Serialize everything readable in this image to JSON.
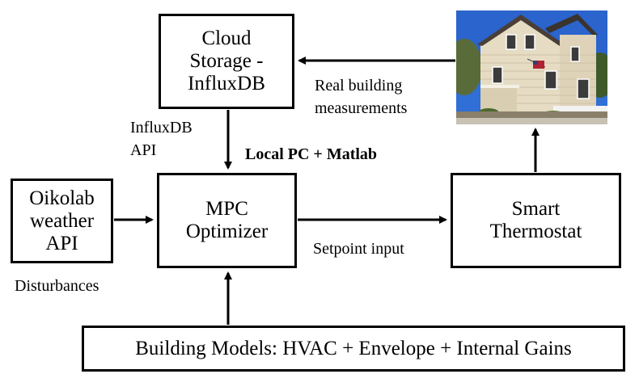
{
  "boxes": {
    "cloud_storage": {
      "lines": [
        "Cloud",
        "Storage -",
        "InfluxDB"
      ]
    },
    "oikolab": {
      "lines": [
        "Oikolab",
        "weather",
        "API"
      ]
    },
    "mpc": {
      "lines": [
        "MPC",
        "Optimizer"
      ]
    },
    "thermostat": {
      "lines": [
        "Smart",
        "Thermostat"
      ]
    },
    "building_models": {
      "label": "Building Models: HVAC + Envelope + Internal Gains"
    }
  },
  "labels": {
    "real_building": [
      "Real building",
      "measurements"
    ],
    "influx_api": [
      "InfluxDB",
      "API"
    ],
    "local_pc": "Local PC + Matlab",
    "setpoint": "Setpoint input",
    "disturbances": "Disturbances"
  },
  "colors": {
    "stroke": "#000000",
    "background": "#ffffff"
  },
  "photo": {
    "subject": "house-photo"
  }
}
